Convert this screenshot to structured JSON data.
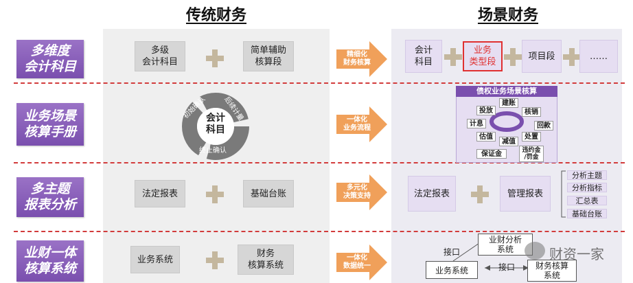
{
  "headers": {
    "traditional": "传统财务",
    "scene": "场景财务"
  },
  "categories": [
    "多维度\n会计科目",
    "业务场景\n核算手册",
    "多主题\n报表分析",
    "业财一体\n核算系统"
  ],
  "row1": {
    "left_a": "多级\n会计科目",
    "left_b": "简单辅助\n核算段",
    "arrow": "精细化\n财务核算",
    "r_a": "会计\n科目",
    "r_b": "业务\n类型段",
    "r_c": "项目段",
    "r_d": "……"
  },
  "row2": {
    "cycle_center": "会计\n科目",
    "cycle_top_left": "初始确认",
    "cycle_top_right": "后续计量",
    "cycle_bottom": "终止确认",
    "arrow": "一体化\n业务流程",
    "scene_title": "债权业务场景核算",
    "chips": [
      "建账",
      "投放",
      "核销",
      "计息",
      "回款",
      "估值",
      "减值",
      "处置",
      "保证金",
      "违约金\n/罚金"
    ]
  },
  "row3": {
    "left_a": "法定报表",
    "left_b": "基础台账",
    "arrow": "多元化\n决策支持",
    "r_a": "法定报表",
    "r_b": "管理报表",
    "list": [
      "分析主题",
      "分析指标",
      "汇总表",
      "基础台账"
    ]
  },
  "row4": {
    "left_a": "业务系统",
    "left_b": "财务\n核算系统",
    "arrow": "一体化\n数据统一",
    "interface_top": "接口",
    "interface_mid": "接口",
    "fin_analysis": "业财分析\n系统",
    "biz_system": "业务系统",
    "fin_system": "财务核算\n系统"
  },
  "watermark": "财资一家",
  "colors": {
    "purple": "#8a5fbb",
    "orange": "#f0a05a",
    "red": "#e03030",
    "gray_box": "#d6d6d6"
  }
}
